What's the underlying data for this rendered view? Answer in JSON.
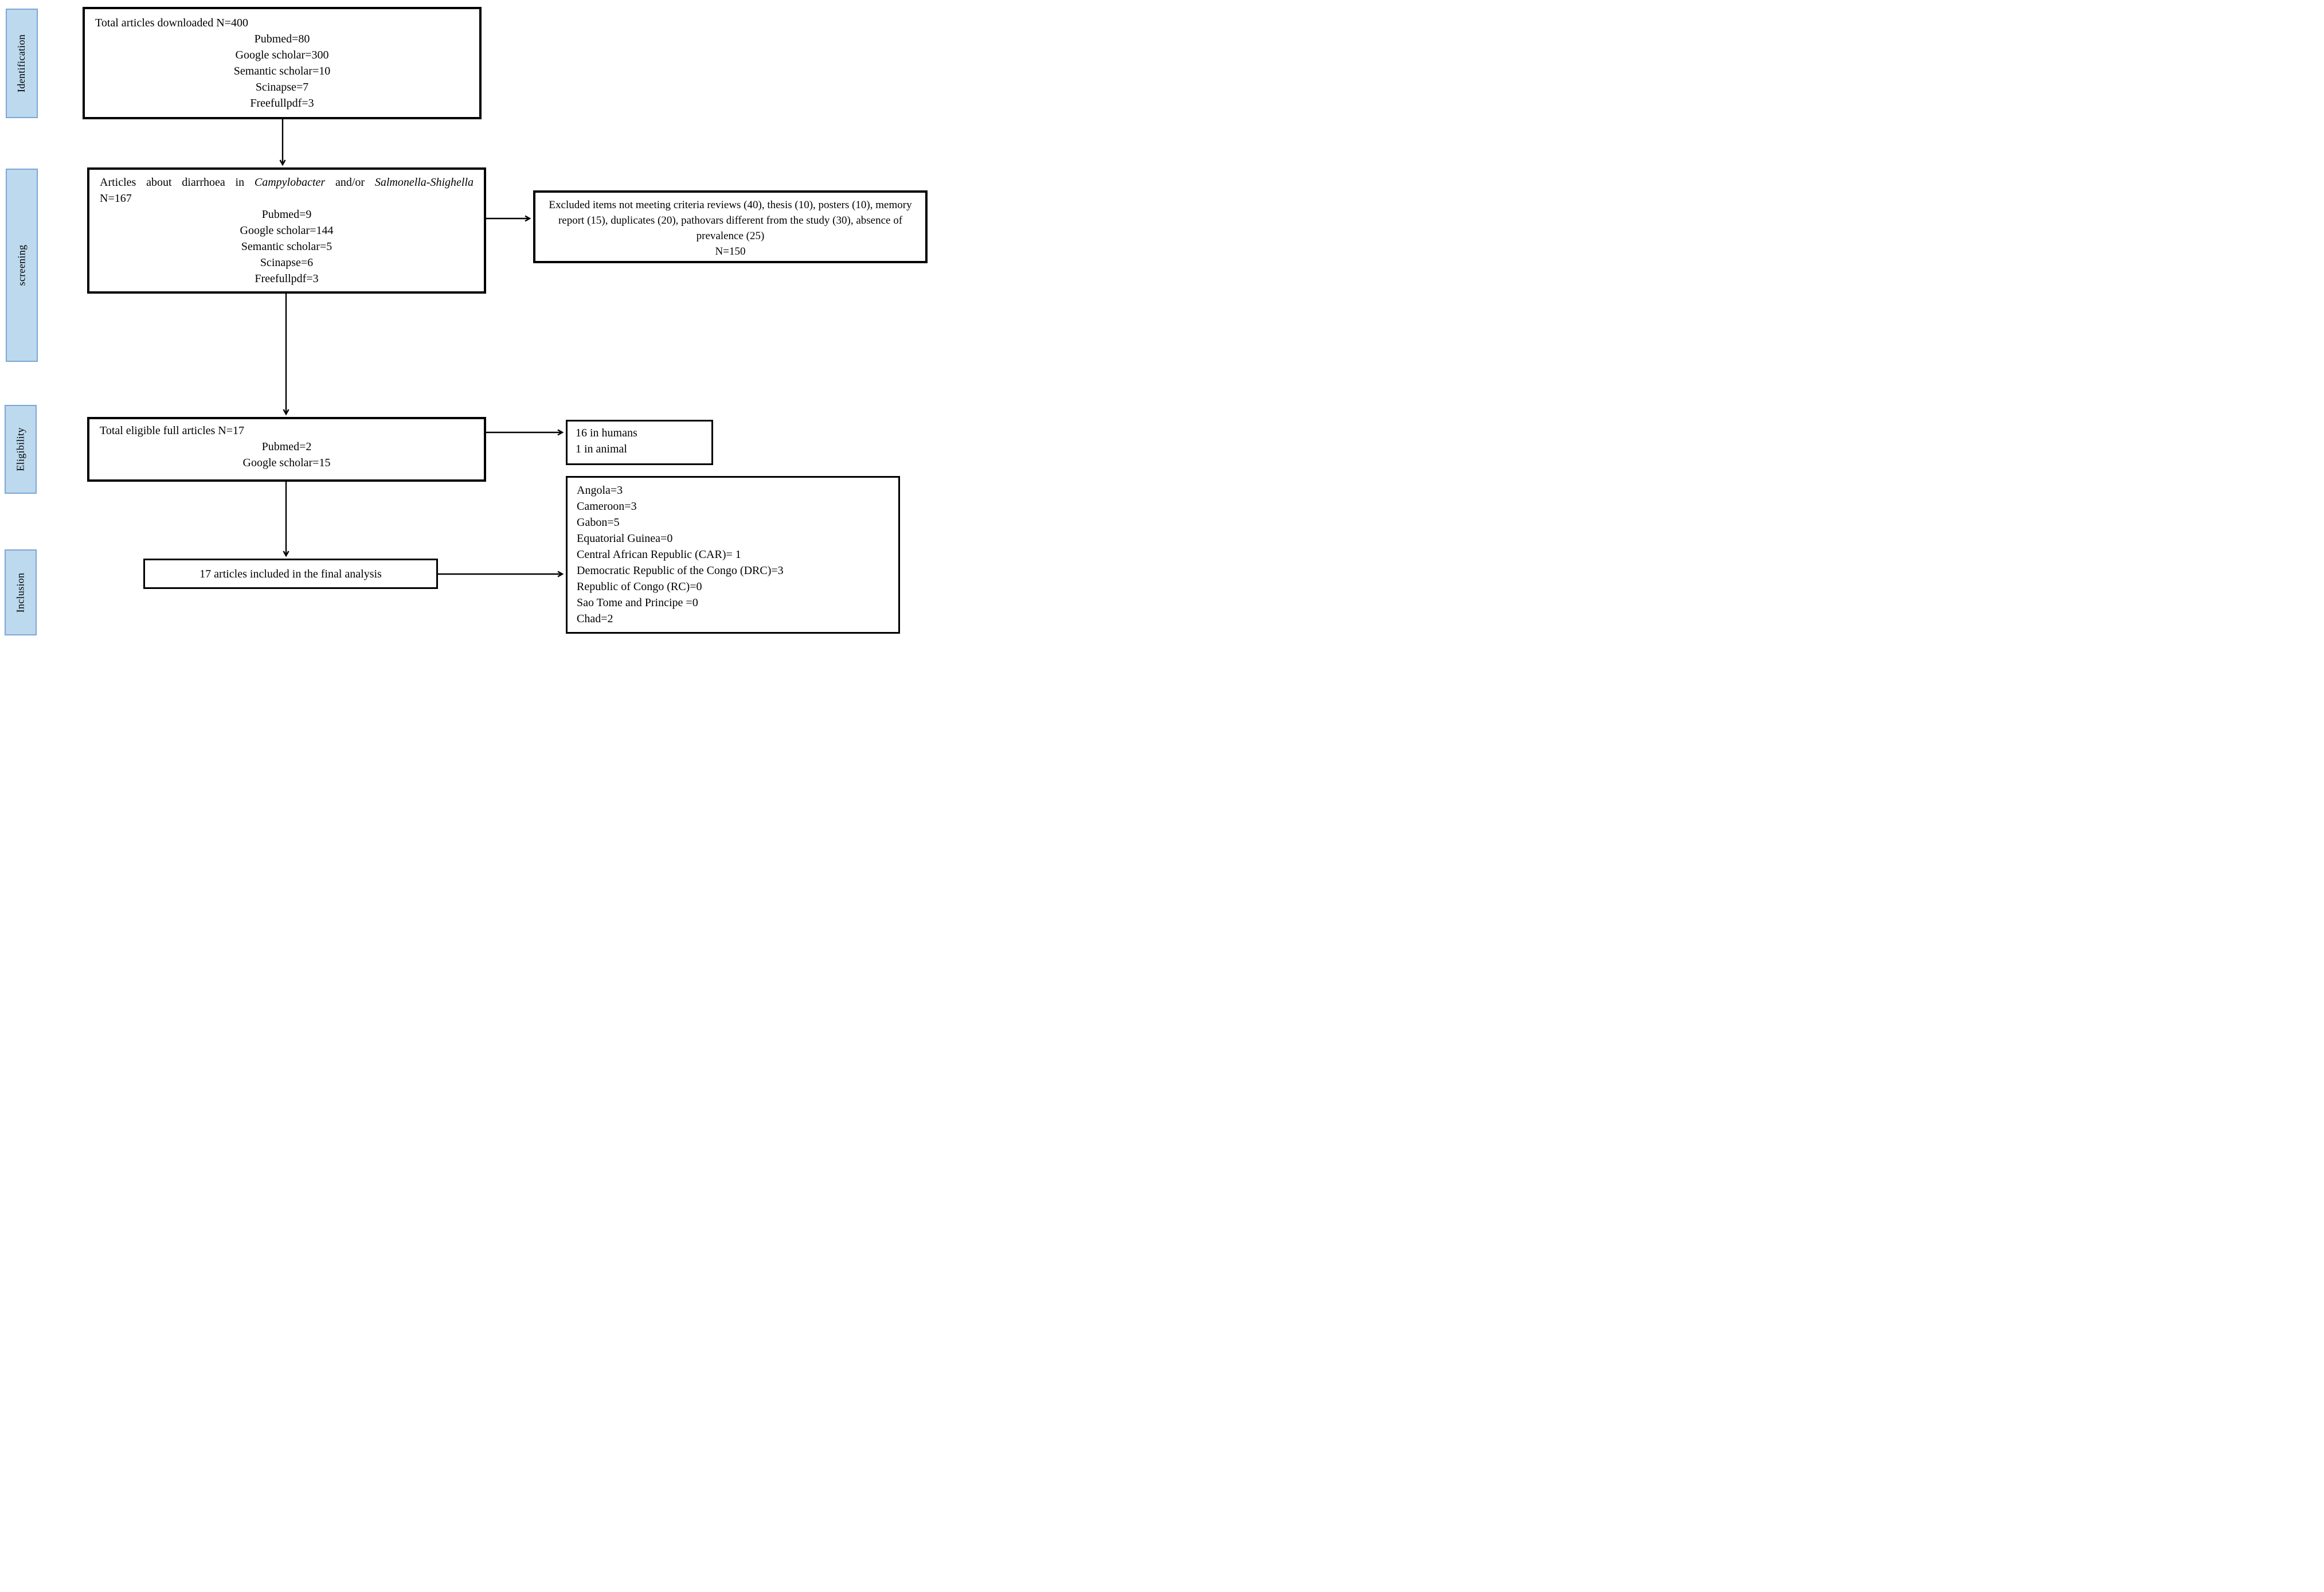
{
  "colors": {
    "background": "#ffffff",
    "stage_fill": "#bdd9ee",
    "stage_border": "#7ca6d8",
    "box_border": "#000000",
    "arrow": "#000000",
    "text": "#000000"
  },
  "stages": [
    {
      "label": "Identification"
    },
    {
      "label": "screening"
    },
    {
      "label": "Eligibility"
    },
    {
      "label": "Inclusion"
    }
  ],
  "nodes": {
    "downloaded": {
      "title": "Total articles downloaded N=400",
      "lines": [
        "Pubmed=80",
        "Google scholar=300",
        "Semantic scholar=10",
        "Scinapse=7",
        "Freefullpdf=3"
      ]
    },
    "screened": {
      "title_parts": [
        "Articles about diarrhoea in ",
        "Campylobacter",
        " and/or ",
        "Salmonella-Shighella"
      ],
      "n_line": "N=167",
      "lines": [
        "Pubmed=9",
        "Google scholar=144",
        "Semantic scholar=5",
        "Scinapse=6",
        "Freefullpdf=3"
      ]
    },
    "excluded": {
      "text": "Excluded items not meeting criteria reviews (40), thesis (10), posters (10), memory report (15), duplicates (20), pathovars different from the study (30), absence of prevalence (25)",
      "n_line": "N=150"
    },
    "eligible": {
      "title": "Total eligible full articles N=17",
      "lines": [
        "Pubmed=2",
        "Google scholar=15"
      ]
    },
    "species": {
      "lines": [
        "16 in humans",
        "1 in animal"
      ]
    },
    "final": {
      "title": "17 articles included in the final analysis"
    },
    "countries": {
      "lines": [
        "Angola=3",
        "Cameroon=3",
        "Gabon=5",
        "Equatorial Guinea=0",
        "Central African Republic (CAR)= 1",
        "Democratic Republic of the Congo (DRC)=3",
        "Republic of Congo (RC)=0",
        "Sao Tome and Principe =0",
        "Chad=2"
      ]
    }
  }
}
